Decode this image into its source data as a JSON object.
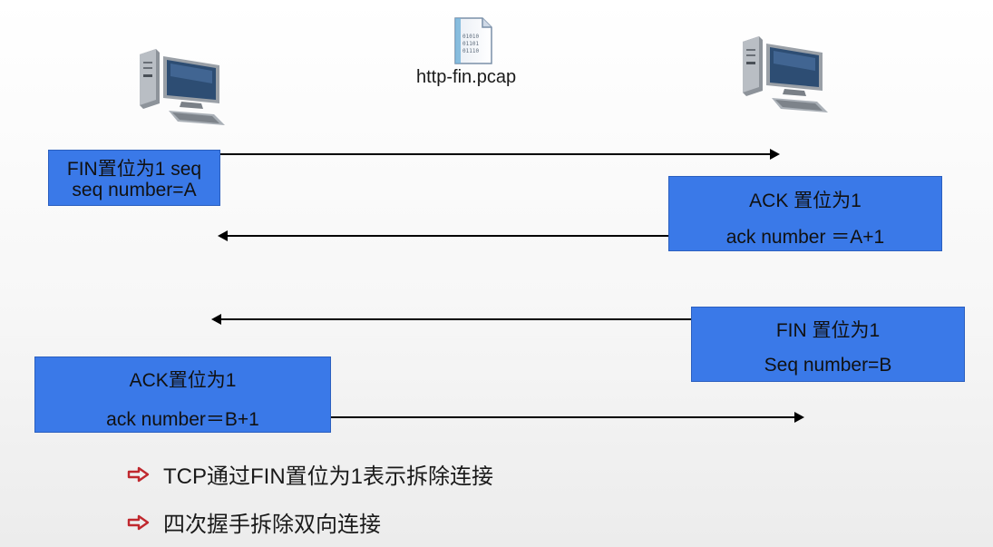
{
  "file": {
    "name": "http-fin.pcap",
    "icon": "pcap-file-icon"
  },
  "hosts": {
    "left": {
      "icon": "computer-icon"
    },
    "right": {
      "icon": "computer-icon"
    }
  },
  "messages": [
    {
      "line1": "FIN置位为1 seq",
      "line2": "seq number=A"
    },
    {
      "line1": "ACK 置位为1",
      "line2": "ack number ＝A+1"
    },
    {
      "line1": "FIN 置位为1",
      "line2": "Seq number=B"
    },
    {
      "line1": "ACK置位为1",
      "line2": "ack number＝B+1"
    }
  ],
  "bullets": [
    {
      "text": "TCP通过FIN置位为1表示拆除连接",
      "icon": "arrow-right-icon"
    },
    {
      "text": "四次握手拆除双向连接",
      "icon": "arrow-right-icon"
    }
  ],
  "colors": {
    "box": "#3a79e8",
    "bullet_icon": "#c0282e"
  }
}
